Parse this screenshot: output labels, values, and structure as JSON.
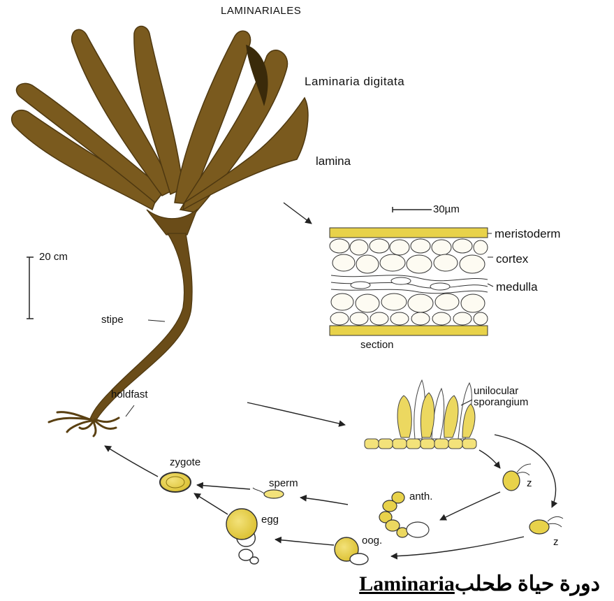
{
  "title": "LAMINARIALES",
  "species": "Laminaria digitata",
  "labels": {
    "lamina": "lamina",
    "scale_micro": "30µm",
    "meristoderm": "meristoderm",
    "cortex": "cortex",
    "medulla": "medulla",
    "section": "section",
    "scale_cm": "20 cm",
    "stipe": "stipe",
    "holdfast": "holdfast",
    "unilocular": "unilocular",
    "sporangium": "sporangium",
    "zygote": "zygote",
    "sperm": "sperm",
    "anth": "anth.",
    "z1": "z",
    "z2": "z",
    "egg": "egg",
    "oog": "oog."
  },
  "caption": {
    "arabic": "دورة حياة طحلب",
    "latin": "Laminaria"
  },
  "colors": {
    "thallus": "#7a5a1e",
    "thallus_dark": "#4e3810",
    "cell_fill": "#e8d24a",
    "cell_light": "#f3e27a",
    "ink": "#222222"
  }
}
